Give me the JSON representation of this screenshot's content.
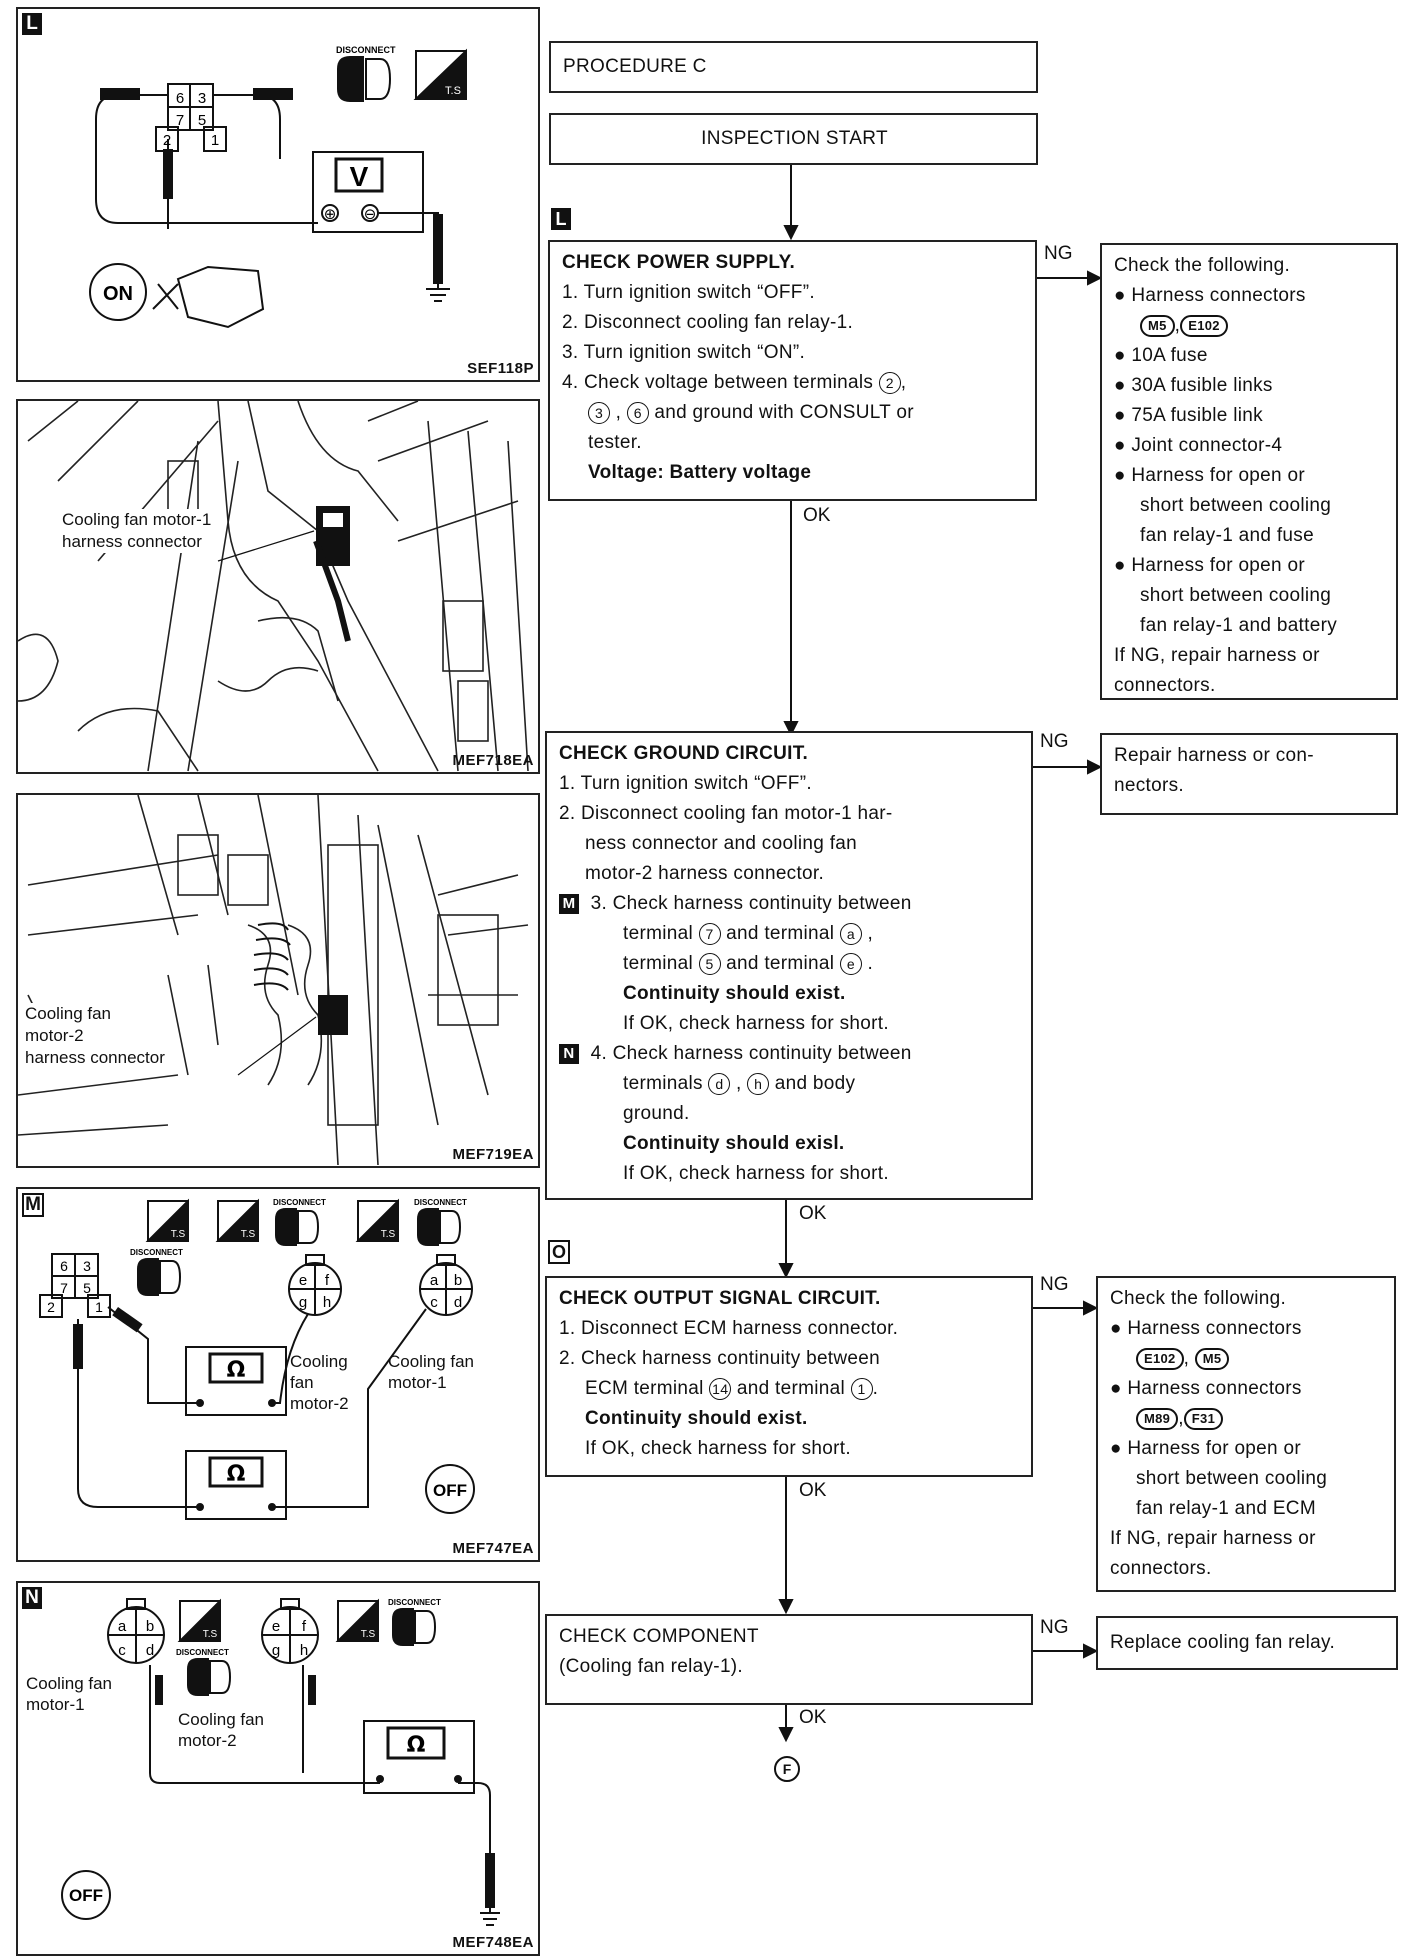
{
  "panels": {
    "L": {
      "letter": "L",
      "code": "SEF118P",
      "disconnect": "DISCONNECT",
      "ts": "T.S",
      "meter": "V",
      "plus": "⊕",
      "minus": "⊖",
      "key": "ON",
      "terminals": [
        "6",
        "3",
        "7",
        "5",
        "2",
        "1"
      ]
    },
    "p2": {
      "code": "MEF718EA",
      "callout_line1": "Cooling fan motor-1",
      "callout_line2": "harness connector"
    },
    "p3": {
      "code": "MEF719EA",
      "callout_line1": "Cooling fan",
      "callout_line2": "motor-2",
      "callout_line3": "harness connector"
    },
    "M": {
      "letter": "M",
      "code": "MEF747EA",
      "disconnect": "DISCONNECT",
      "ts": "T.S",
      "ohm": "Ω",
      "key": "OFF",
      "relay_terminals": [
        "6",
        "3",
        "7",
        "5",
        "2",
        "1"
      ],
      "motor2_terminals": [
        "e",
        "f",
        "g",
        "h"
      ],
      "motor1_terminals": [
        "a",
        "b",
        "c",
        "d"
      ],
      "label_motor2": [
        "Cooling",
        "fan",
        "motor-2"
      ],
      "label_motor1": [
        "Cooling fan",
        "motor-1"
      ]
    },
    "N": {
      "letter": "N",
      "code": "MEF748EA",
      "disconnect": "DISCONNECT",
      "ts": "T.S",
      "ohm": "Ω",
      "key": "OFF",
      "motor1_terminals": [
        "a",
        "b",
        "c",
        "d"
      ],
      "motor2_terminals": [
        "e",
        "f",
        "g",
        "h"
      ],
      "label_motor1": [
        "Cooling fan",
        "motor-1"
      ],
      "label_motor2": [
        "Cooling fan",
        "motor-2"
      ]
    }
  },
  "flow": {
    "procedure": "PROCEDURE C",
    "start": "INSPECTION START",
    "ng": "NG",
    "ok": "OK",
    "end_symbol": "F",
    "step_L": {
      "letter": "L",
      "title": "CHECK POWER SUPPLY.",
      "lines": [
        "1. Turn ignition switch “OFF”.",
        "2. Disconnect cooling fan relay-1.",
        "3. Turn ignition switch “ON”."
      ],
      "line4a": "4. Check voltage between terminals ",
      "t2": "2",
      "t3": "3",
      "t6": "6",
      "line4b": " and ground with CONSULT or",
      "line4c": "tester.",
      "result": "Voltage: Battery voltage"
    },
    "ng_L": {
      "intro": "Check the following.",
      "conn_label": "Harness connectors",
      "conn_a": "M5",
      "conn_b": "E102",
      "items": [
        "10A fuse",
        "30A fusible links",
        "75A fusible link",
        "Joint connector-4"
      ],
      "item5": [
        "Harness for open or",
        "short between cooling",
        "fan relay-1 and fuse"
      ],
      "item6": [
        "Harness for open or",
        "short between cooling",
        "fan relay-1 and battery"
      ],
      "repair": [
        "If NG, repair harness or",
        "connectors."
      ]
    },
    "step_G": {
      "title": "CHECK GROUND CIRCUIT.",
      "l1": "1. Turn ignition switch “OFF”.",
      "l2": [
        "2. Disconnect cooling fan motor-1 har-",
        "ness connector and cooling fan",
        "motor-2 harness connector."
      ],
      "letter_M": "M",
      "l3": "3. Check harness continuity between",
      "t7": "7",
      "ta": "a",
      "t5": "5",
      "te": "e",
      "word_terminal": "terminal",
      "word_and_terminal": " and terminal ",
      "res": "Continuity should exist.",
      "short": "If OK, check harness for short.",
      "letter_N": "N",
      "l4": "4. Check harness continuity between",
      "terminals": "terminals",
      "td": "d",
      "th": "h",
      "and_body": " and body",
      "ground": "ground.",
      "res2": "Continuity should exisl.",
      "short2": "If OK, check harness for short."
    },
    "ng_G": [
      "Repair harness or con-",
      "nectors."
    ],
    "step_O": {
      "letter": "O",
      "title": "CHECK OUTPUT SIGNAL CIRCUIT.",
      "l1": "1. Disconnect ECM harness connector.",
      "l2": "2. Check harness continuity between",
      "l3a": "ECM terminal ",
      "t14": "14",
      "l3b": " and terminal ",
      "t1": "1",
      "res": "Continuity should exist.",
      "short": "If OK, check harness for short."
    },
    "ng_O": {
      "intro": "Check the following.",
      "conn_label": "Harness connectors",
      "conn1_a": "E102",
      "conn1_b": "M5",
      "conn2_a": "M89",
      "conn2_b": "F31",
      "item3": [
        "Harness for open or",
        "short between cooling",
        "fan relay-1 and ECM"
      ],
      "repair": [
        "If NG, repair harness or",
        "connectors."
      ]
    },
    "step_C": [
      "CHECK COMPONENT",
      "(Cooling fan relay-1)."
    ],
    "ng_C": "Replace cooling fan relay."
  }
}
